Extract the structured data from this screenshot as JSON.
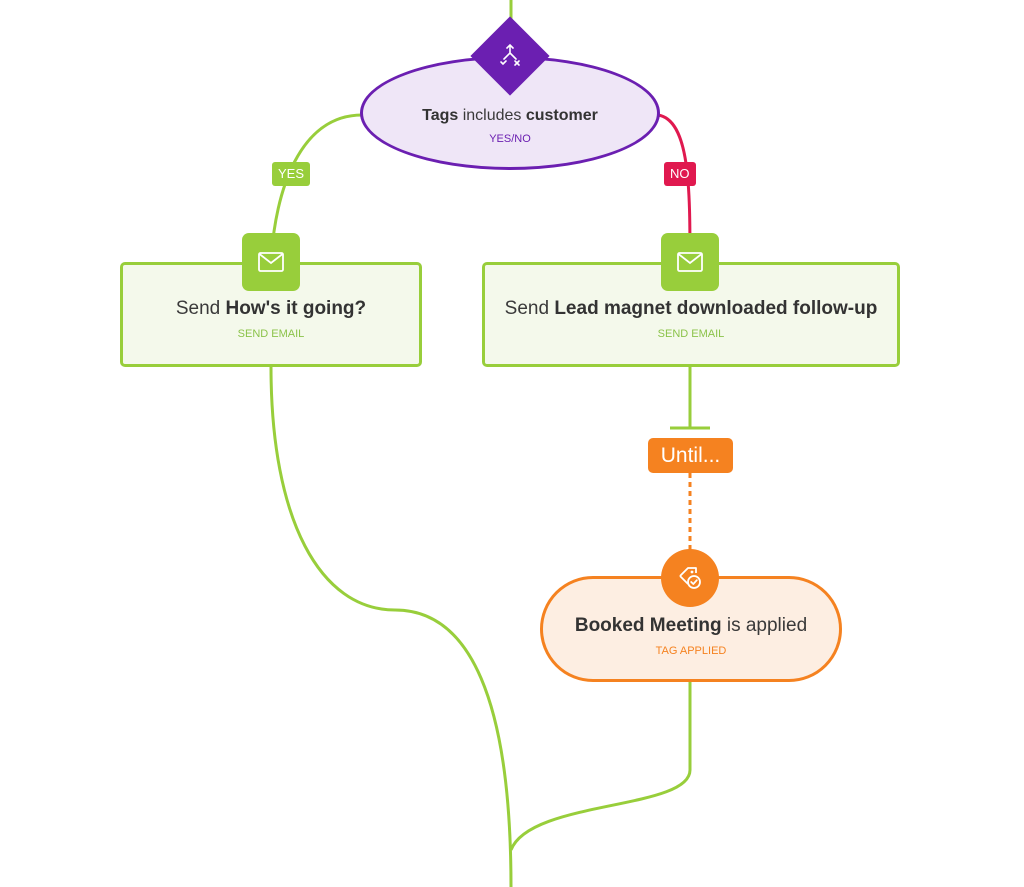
{
  "decision": {
    "title_field": "Tags",
    "title_operator": " includes ",
    "title_value": "customer",
    "type_label": "YES/NO",
    "icon": "split-branch-icon"
  },
  "branches": {
    "yes_label": "YES",
    "no_label": "NO"
  },
  "email_left": {
    "prefix": "Send ",
    "email_name": "How's it going?",
    "type_label": "SEND EMAIL",
    "icon": "envelope-icon"
  },
  "email_right": {
    "prefix": "Send ",
    "email_name": "Lead magnet downloaded follow-up",
    "type_label": "SEND EMAIL",
    "icon": "envelope-icon"
  },
  "wait": {
    "label": "Until..."
  },
  "tag_node": {
    "tag_name": "Booked Meeting",
    "suffix": " is applied",
    "type_label": "TAG APPLIED",
    "icon": "tag-check-icon"
  },
  "colors": {
    "decision": "#6b1fb1",
    "decision_fill": "#efe6f7",
    "email": "#98ce3b",
    "email_fill": "#f4f9eb",
    "no_branch": "#e0194f",
    "tag": "#f58220",
    "tag_fill": "#fdeee2"
  }
}
